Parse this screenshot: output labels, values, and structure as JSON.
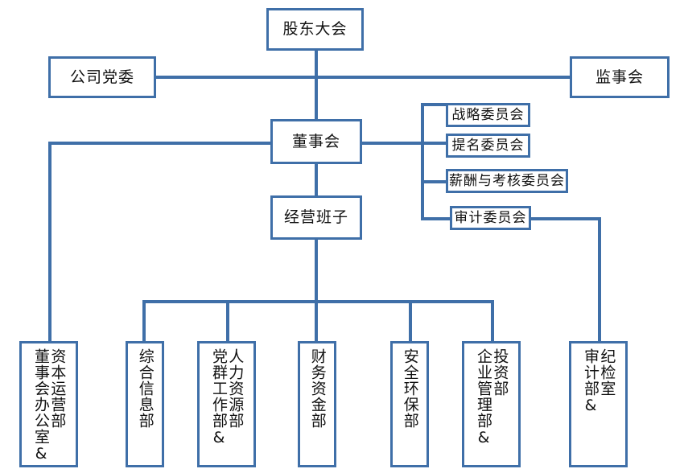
{
  "chart_type": "organization-chart",
  "colors": {
    "border": "#3f6fa8",
    "line": "#3f6fa8",
    "box_fill": "#ffffff",
    "text": "#111111",
    "background": "#ffffff"
  },
  "nodes": {
    "shareholders_meeting": "股东大会",
    "party_committee": "公司党委",
    "supervisory_board": "监事会",
    "board_of_directors": "董事会",
    "management_team": "经营班子"
  },
  "committees": [
    {
      "id": "strategy",
      "label": "战略委员会"
    },
    {
      "id": "nomination",
      "label": "提名委员会"
    },
    {
      "id": "compensation",
      "label": "薪酬与考核委员会"
    },
    {
      "id": "audit",
      "label": "审计委员会"
    }
  ],
  "departments": [
    {
      "id": "capital-operation",
      "primary": "资本运营部",
      "secondary": "董事会办公室&"
    },
    {
      "id": "general-information",
      "primary": "综合信息部",
      "secondary": ""
    },
    {
      "id": "human-resources",
      "primary": "人力资源部",
      "secondary": "党群工作部&"
    },
    {
      "id": "finance-funds",
      "primary": "财务资金部",
      "secondary": ""
    },
    {
      "id": "safety-environment",
      "primary": "安全环保部",
      "secondary": ""
    },
    {
      "id": "investment",
      "primary": "投资部",
      "secondary": "企业管理部&"
    },
    {
      "id": "discipline-inspection",
      "primary": "纪检室",
      "secondary": "审计部&"
    }
  ]
}
